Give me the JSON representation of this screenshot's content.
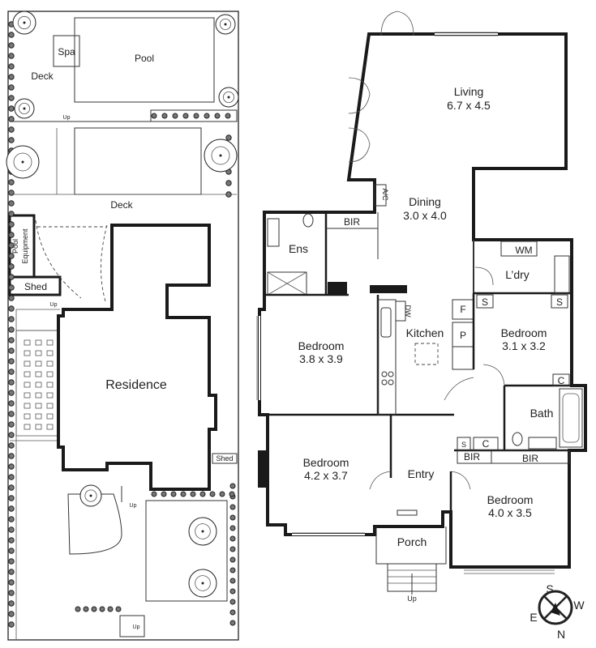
{
  "site": {
    "deck_top": "Deck",
    "spa": "Spa",
    "pool": "Pool",
    "up_1": "Up",
    "deck_mid": "Deck",
    "pool_equipment_1": "Pool",
    "pool_equipment_2": "Equipment",
    "shed_left": "Shed",
    "up_2": "Up",
    "residence": "Residence",
    "shed_small": "Shed",
    "up_3": "Up",
    "up_4": "Up"
  },
  "floor": {
    "living": "Living",
    "living_dim": "6.7 x 4.5",
    "ac": "A/C",
    "dining": "Dining",
    "dining_dim": "3.0 x 4.0",
    "bir_top": "BIR",
    "ens": "Ens",
    "wm": "WM",
    "laundry": "L’dry",
    "s1": "S",
    "s2": "S",
    "f": "F",
    "p": "P",
    "dw": "DW",
    "kitchen": "Kitchen",
    "bed1": "Bedroom",
    "bed1_dim": "3.8 x 3.9",
    "bed2": "Bedroom",
    "bed2_dim": "3.1 x 3.2",
    "c1": "C",
    "bath": "Bath",
    "s3": "S",
    "c2": "C",
    "bir_mid": "BIR",
    "bir_right": "BIR",
    "bed3": "Bedroom",
    "bed3_dim": "4.2 x 3.7",
    "entry": "Entry",
    "bed4": "Bedroom",
    "bed4_dim": "4.0 x 3.5",
    "porch": "Porch",
    "up": "Up"
  },
  "compass": {
    "n": "N",
    "s": "S",
    "e": "E",
    "w": "W"
  }
}
